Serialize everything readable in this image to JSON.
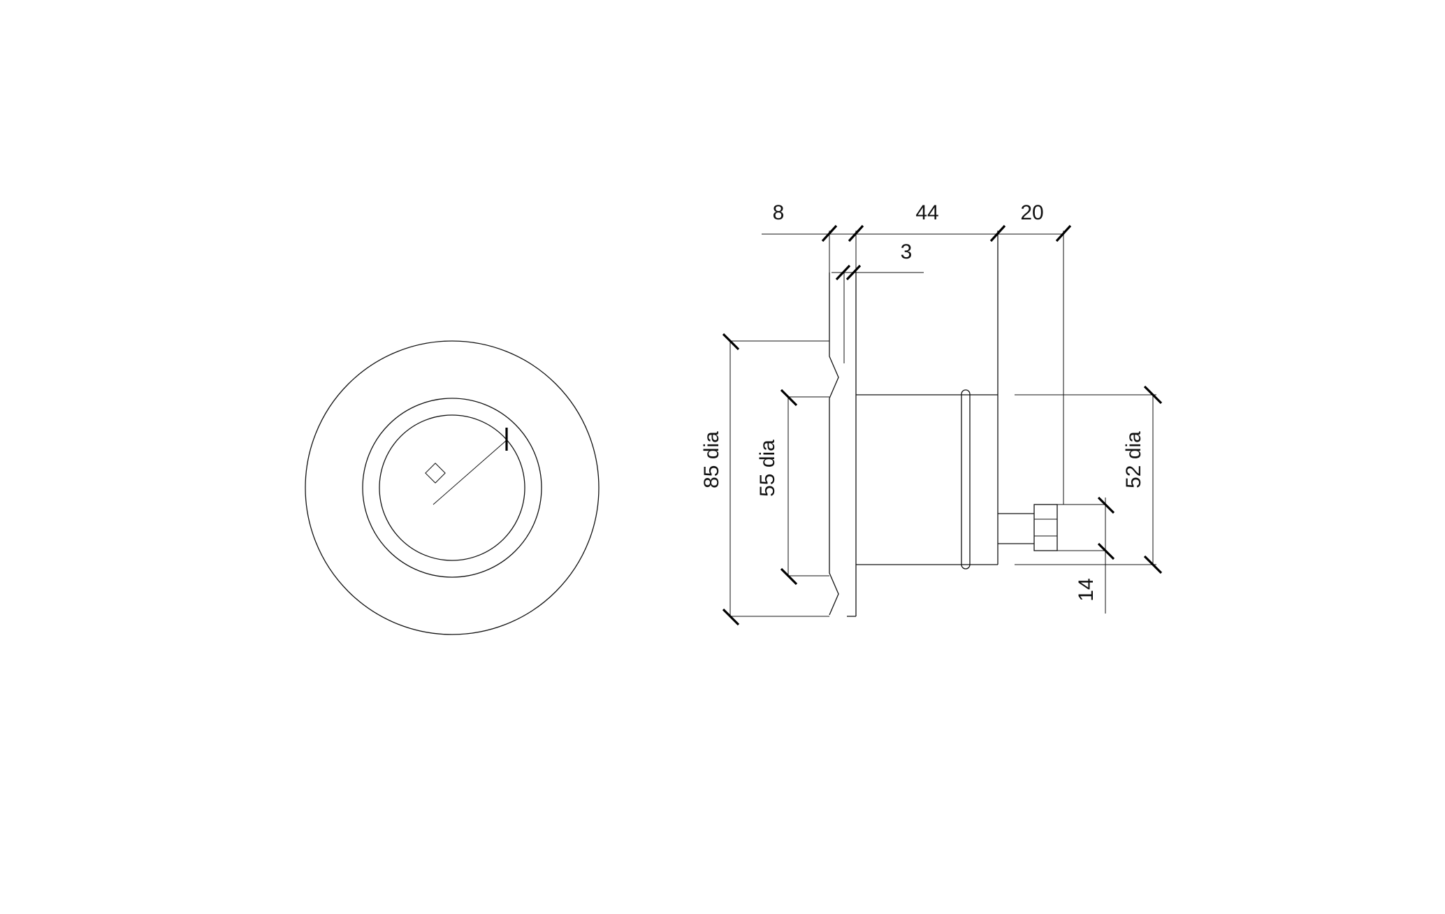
{
  "dimensions": {
    "flange_thickness": "8",
    "body_length": "44",
    "connector_length": "20",
    "lip": "3",
    "outer_diameter": "85 dia",
    "face_diameter": "55 dia",
    "body_diameter": "52 dia",
    "nut_size": "14"
  }
}
